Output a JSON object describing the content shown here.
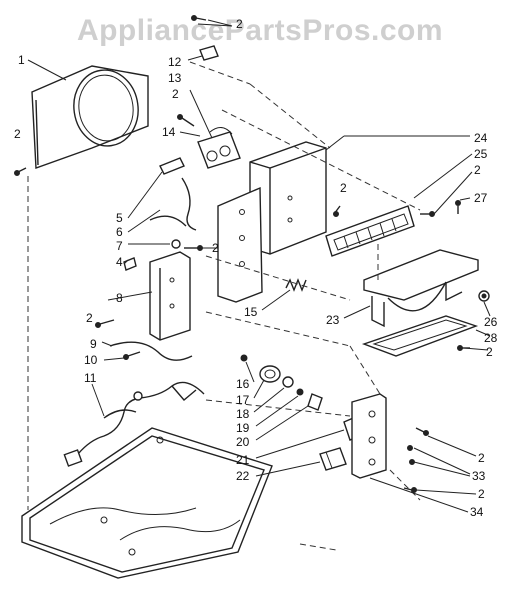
{
  "watermark": "AppliancePartsPros.com",
  "labels": {
    "l1": "1",
    "l2a": "2",
    "l2b": "2",
    "l12": "12",
    "l13": "13",
    "l2c": "2",
    "l14": "14",
    "l24": "24",
    "l25": "25",
    "l2d": "2",
    "l27": "27",
    "l2e": "2",
    "l5": "5",
    "l6": "6",
    "l2f": "2",
    "l7": "7",
    "l4": "4",
    "l8": "8",
    "l2g": "2",
    "l15": "15",
    "l23": "23",
    "l26": "26",
    "l28": "28",
    "l2h": "2",
    "l9": "9",
    "l10": "10",
    "l11": "11",
    "l16": "16",
    "l17": "17",
    "l18": "18",
    "l19": "19",
    "l20": "20",
    "l21": "21",
    "l22": "22",
    "l2i": "2",
    "l33": "33",
    "l2j": "2",
    "l34": "34"
  }
}
